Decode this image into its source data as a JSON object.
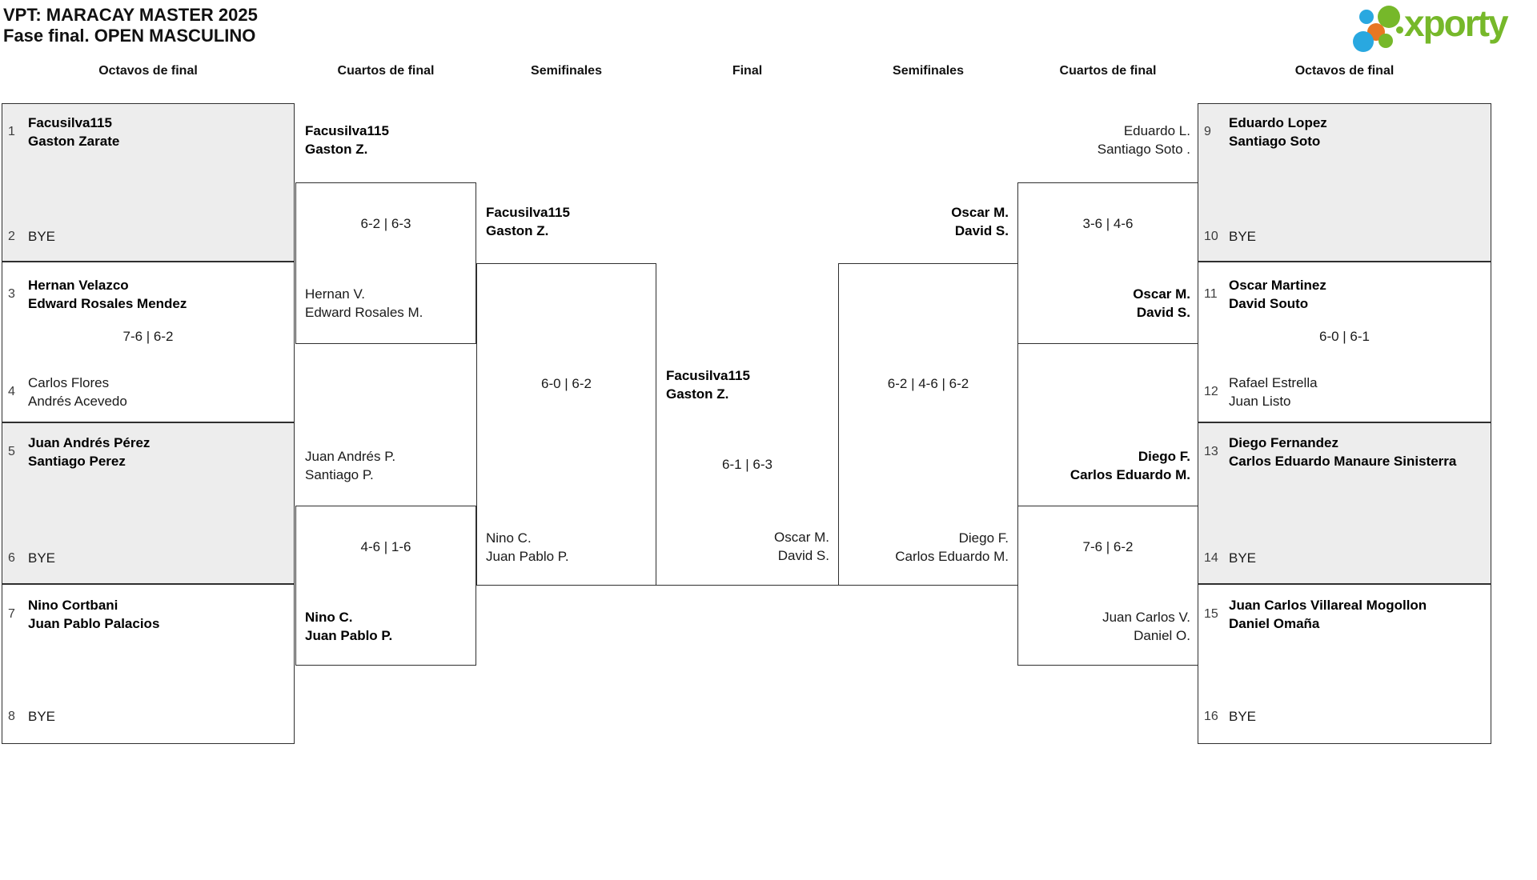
{
  "header": {
    "title_line1": "VPT: MARACAY MASTER 2025",
    "title_line2": "Fase final. OPEN MASCULINO"
  },
  "logo": {
    "text": "xporty",
    "green": "#76b82a",
    "blue": "#29a8e0",
    "orange": "#e87722"
  },
  "columns": [
    "Octavos de final",
    "Cuartos de final",
    "Semifinales",
    "Final",
    "Semifinales",
    "Cuartos de final",
    "Octavos de final"
  ],
  "bracket": {
    "r16_left": [
      {
        "top_seed": "1",
        "top": [
          "Facusilva115",
          "Gaston Zarate"
        ],
        "bottom_seed": "2",
        "bottom": [
          "BYE"
        ],
        "score": ""
      },
      {
        "top_seed": "3",
        "top": [
          "Hernan Velazco",
          "Edward Rosales Mendez"
        ],
        "bottom_seed": "4",
        "bottom": [
          "Carlos Flores",
          "Andrés Acevedo"
        ],
        "score": "7-6 | 6-2"
      },
      {
        "top_seed": "5",
        "top": [
          "Juan Andrés Pérez",
          "Santiago Perez"
        ],
        "bottom_seed": "6",
        "bottom": [
          "BYE"
        ],
        "score": ""
      },
      {
        "top_seed": "7",
        "top": [
          "Nino Cortbani",
          "Juan Pablo Palacios"
        ],
        "bottom_seed": "8",
        "bottom": [
          "BYE"
        ],
        "score": ""
      }
    ],
    "r16_right": [
      {
        "top_seed": "9",
        "top": [
          "Eduardo Lopez",
          "Santiago Soto"
        ],
        "bottom_seed": "10",
        "bottom": [
          "BYE"
        ],
        "score": ""
      },
      {
        "top_seed": "11",
        "top": [
          "Oscar Martinez",
          "David Souto"
        ],
        "bottom_seed": "12",
        "bottom": [
          "Rafael Estrella",
          "Juan Listo"
        ],
        "score": "6-0 | 6-1"
      },
      {
        "top_seed": "13",
        "top": [
          "Diego Fernandez",
          "Carlos Eduardo Manaure Sinisterra"
        ],
        "bottom_seed": "14",
        "bottom": [
          "BYE"
        ],
        "score": ""
      },
      {
        "top_seed": "15",
        "top": [
          "Juan Carlos Villareal Mogollon",
          "Daniel Omaña"
        ],
        "bottom_seed": "16",
        "bottom": [
          "BYE"
        ],
        "score": ""
      }
    ],
    "qf_left": [
      {
        "top": [
          "Facusilva115",
          "Gaston Z."
        ],
        "score": "6-2 | 6-3",
        "bottom": [
          "Hernan V.",
          "Edward Rosales M."
        ]
      },
      {
        "top": [
          "Juan Andrés P.",
          "Santiago P."
        ],
        "score": "4-6 | 1-6",
        "bottom": [
          "Nino C.",
          "Juan Pablo P."
        ]
      }
    ],
    "qf_right": [
      {
        "top": [
          "Eduardo L.",
          "Santiago Soto ."
        ],
        "score": "3-6 | 4-6",
        "bottom": [
          "Oscar M.",
          "David S."
        ]
      },
      {
        "top": [
          "Diego F.",
          "Carlos Eduardo M."
        ],
        "score": "7-6 | 6-2",
        "bottom": [
          "Juan Carlos V.",
          "Daniel O."
        ]
      }
    ],
    "sf_left": {
      "top": [
        "Facusilva115",
        "Gaston Z."
      ],
      "score": "6-0 | 6-2",
      "bottom": [
        "Nino C.",
        "Juan Pablo P."
      ]
    },
    "sf_right": {
      "top": [
        "Oscar M.",
        "David S."
      ],
      "score": "6-2 | 4-6 | 6-2",
      "bottom": [
        "Diego F.",
        "Carlos Eduardo M."
      ]
    },
    "final": {
      "winner": [
        "Facusilva115",
        "Gaston Z."
      ],
      "score": "6-1 | 6-3",
      "runner_up": [
        "Oscar M.",
        "David S."
      ]
    }
  }
}
